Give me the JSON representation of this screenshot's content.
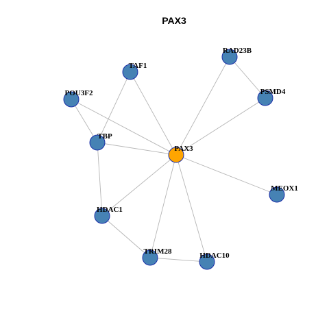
{
  "title": "PAX3",
  "colors": {
    "hub_fill": "#FFA500",
    "node_fill": "#4682B4",
    "node_stroke": "#1C2FA8",
    "edge": "#B5B5B5",
    "background": "#FFFFFF"
  },
  "nodes": [
    {
      "id": "PAX3",
      "label": "PAX3",
      "hub": true
    },
    {
      "id": "RAD23B",
      "label": "RAD23B",
      "hub": false
    },
    {
      "id": "PSMD4",
      "label": "PSMD4",
      "hub": false
    },
    {
      "id": "TAF1",
      "label": "TAF1",
      "hub": false
    },
    {
      "id": "POU3F2",
      "label": "POU3F2",
      "hub": false
    },
    {
      "id": "TBP",
      "label": "TBP",
      "hub": false
    },
    {
      "id": "MEOX1",
      "label": "MEOX1",
      "hub": false
    },
    {
      "id": "HDAC1",
      "label": "HDAC1",
      "hub": false
    },
    {
      "id": "TRIM28",
      "label": "TRIM28",
      "hub": false
    },
    {
      "id": "HDAC10",
      "label": "HDAC10",
      "hub": false
    }
  ],
  "edges": [
    [
      "PAX3",
      "RAD23B"
    ],
    [
      "PAX3",
      "PSMD4"
    ],
    [
      "PAX3",
      "TAF1"
    ],
    [
      "PAX3",
      "POU3F2"
    ],
    [
      "PAX3",
      "TBP"
    ],
    [
      "PAX3",
      "MEOX1"
    ],
    [
      "PAX3",
      "HDAC1"
    ],
    [
      "PAX3",
      "TRIM28"
    ],
    [
      "PAX3",
      "HDAC10"
    ],
    [
      "RAD23B",
      "PSMD4"
    ],
    [
      "TAF1",
      "TBP"
    ],
    [
      "POU3F2",
      "TBP"
    ],
    [
      "TBP",
      "HDAC1"
    ],
    [
      "HDAC1",
      "TRIM28"
    ],
    [
      "TRIM28",
      "HDAC10"
    ]
  ]
}
